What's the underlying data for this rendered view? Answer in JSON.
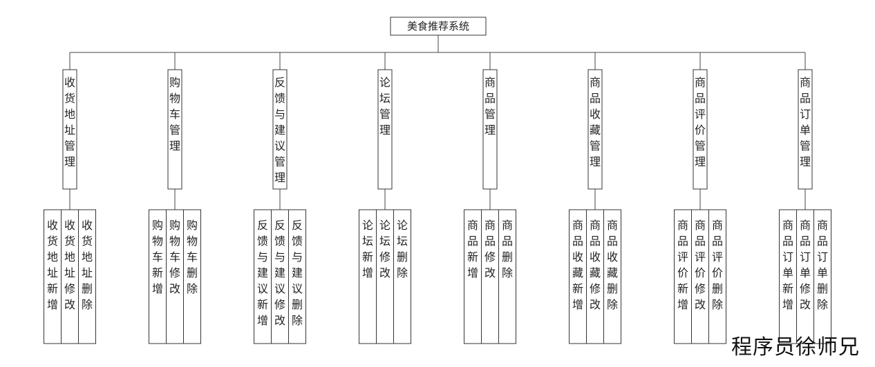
{
  "root": {
    "label": "美食推荐系统"
  },
  "modules": [
    {
      "name": "收货地址管理",
      "children": [
        "收货地址新增",
        "收货地址修改",
        "收货地址删除"
      ]
    },
    {
      "name": "购物车管理",
      "children": [
        "购物车新增",
        "购物车修改",
        "购物车删除"
      ]
    },
    {
      "name": "反馈与建议管理",
      "children": [
        "反馈与建议新增",
        "反馈与建议修改",
        "反馈与建议删除"
      ]
    },
    {
      "name": "论坛管理",
      "children": [
        "论坛新增",
        "论坛修改",
        "论坛删除"
      ]
    },
    {
      "name": "商品管理",
      "children": [
        "商品新增",
        "商品修改",
        "商品删除"
      ]
    },
    {
      "name": "商品收藏管理",
      "children": [
        "商品收藏新增",
        "商品收藏修改",
        "商品收藏删除"
      ]
    },
    {
      "name": "商品评价管理",
      "children": [
        "商品评价新增",
        "商品评价修改",
        "商品评价删除"
      ]
    },
    {
      "name": "商品订单管理",
      "children": [
        "商品订单新增",
        "商品订单修改",
        "商品订单删除"
      ]
    }
  ],
  "watermark": "程序员徐师兄"
}
